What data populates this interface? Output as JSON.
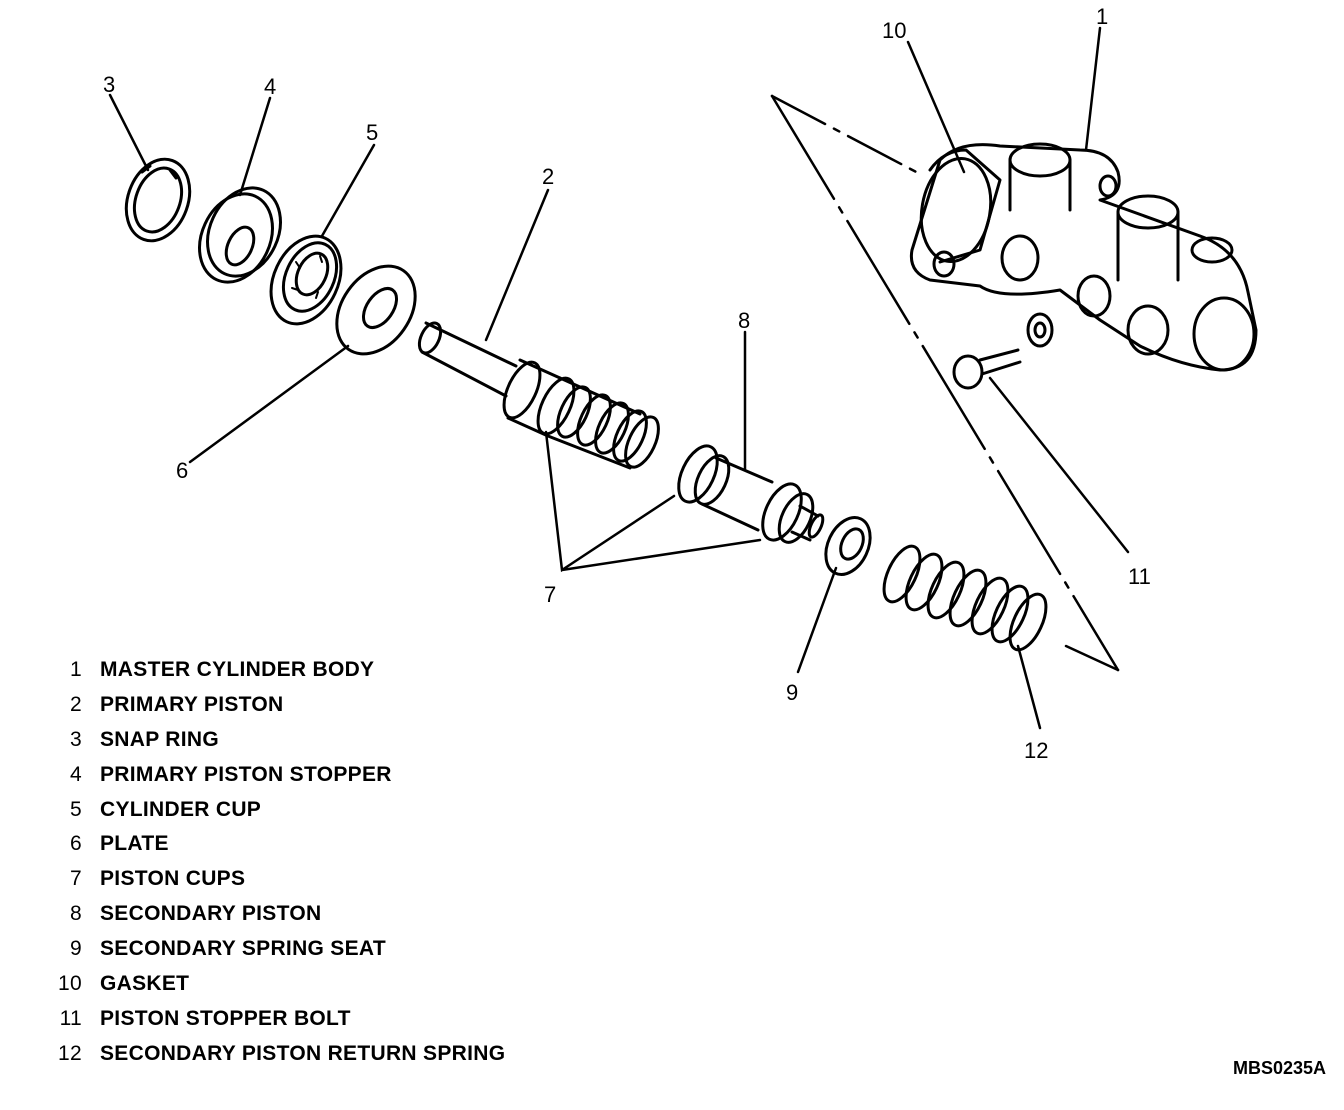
{
  "callouts": [
    {
      "num": "1"
    },
    {
      "num": "2"
    },
    {
      "num": "3"
    },
    {
      "num": "4"
    },
    {
      "num": "5"
    },
    {
      "num": "6"
    },
    {
      "num": "7"
    },
    {
      "num": "8"
    },
    {
      "num": "9"
    },
    {
      "num": "10"
    },
    {
      "num": "11"
    },
    {
      "num": "12"
    }
  ],
  "legend": [
    {
      "num": "1",
      "text": "MASTER CYLINDER BODY"
    },
    {
      "num": "2",
      "text": "PRIMARY PISTON"
    },
    {
      "num": "3",
      "text": "SNAP RING"
    },
    {
      "num": "4",
      "text": "PRIMARY PISTON STOPPER"
    },
    {
      "num": "5",
      "text": "CYLINDER CUP"
    },
    {
      "num": "6",
      "text": "PLATE"
    },
    {
      "num": "7",
      "text": "PISTON CUPS"
    },
    {
      "num": "8",
      "text": "SECONDARY PISTON"
    },
    {
      "num": "9",
      "text": "SECONDARY SPRING SEAT"
    },
    {
      "num": "10",
      "text": "GASKET"
    },
    {
      "num": "11",
      "text": "PISTON STOPPER BOLT"
    },
    {
      "num": "12",
      "text": "SECONDARY PISTON RETURN SPRING"
    }
  ],
  "figure_id": "MBS0235A"
}
